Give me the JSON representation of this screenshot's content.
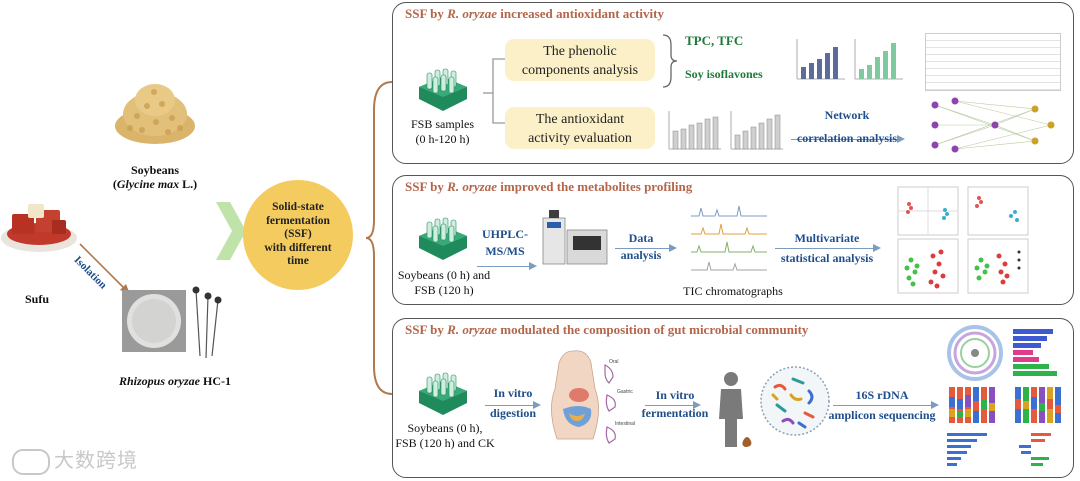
{
  "left": {
    "soybeans_label": "Soybeans",
    "soybeans_latin": "Glycine max",
    "soybeans_suffix": " L.)",
    "soybeans_prefix": "(",
    "sufu_label": "Sufu",
    "isolation_label": "Isolation",
    "rhizopus_latin": "Rhizopus oryzae",
    "rhizopus_suffix": " HC-1"
  },
  "ssf": {
    "line1": "Solid-state",
    "line2": "fermentation",
    "line3": "(SSF)",
    "line4": "with different",
    "line5": "time"
  },
  "panel1": {
    "title_pre": "SSF by ",
    "title_italic": "R. oryzae",
    "title_post": " increased antioxidant activity",
    "sample_line1": "FSB samples",
    "sample_line2": "(0 h-120 h)",
    "box1_line1": "The phenolic",
    "box1_line2": "components analysis",
    "box2_line1": "The antioxidant",
    "box2_line2": "activity  evaluation",
    "tpc": "TPC, TFC",
    "iso": "Soy isoflavones",
    "network_line1": "Network",
    "network_line2": "correlation analysis"
  },
  "panel2": {
    "title_pre": "SSF by ",
    "title_italic": "R. oryzae",
    "title_post": " improved the metabolites profiling",
    "sample_line1": "Soybeans (0 h) and",
    "sample_line2": "FSB (120 h)",
    "uhplc_line1": "UHPLC-",
    "uhplc_line2": "MS/MS",
    "data_line1": "Data",
    "data_line2": "analysis",
    "tic": "TIC chromatographs",
    "multi_line1": "Multivariate",
    "multi_line2": "statistical analysis"
  },
  "panel3": {
    "title_pre": "SSF by ",
    "title_italic": "R. oryzae",
    "title_post": " modulated the composition of gut microbial community",
    "sample_line1": "Soybeans (0 h),",
    "sample_line2": "FSB (120 h) and CK",
    "invitro1_line1": "In vitro",
    "invitro1_line2": "digestion",
    "invitro2_line1": "In vitro",
    "invitro2_line2": "fermentation",
    "seq_line1": "16S rDNA",
    "seq_line2": "amplicon sequencing",
    "stage_oral": "Oral",
    "stage_gastric": "Gastric",
    "stage_intestinal": "Intestinal"
  },
  "watermark": {
    "text": "大数跨境"
  },
  "colors": {
    "title": "#b5654a",
    "blue_text": "#1f4e8c",
    "green_text": "#1f7a3a",
    "ssf_fill": "#f4cb5e",
    "yellow_box": "#fbf0c8",
    "bracket": "#b07a4e",
    "chevron": "#bfe3a9"
  }
}
